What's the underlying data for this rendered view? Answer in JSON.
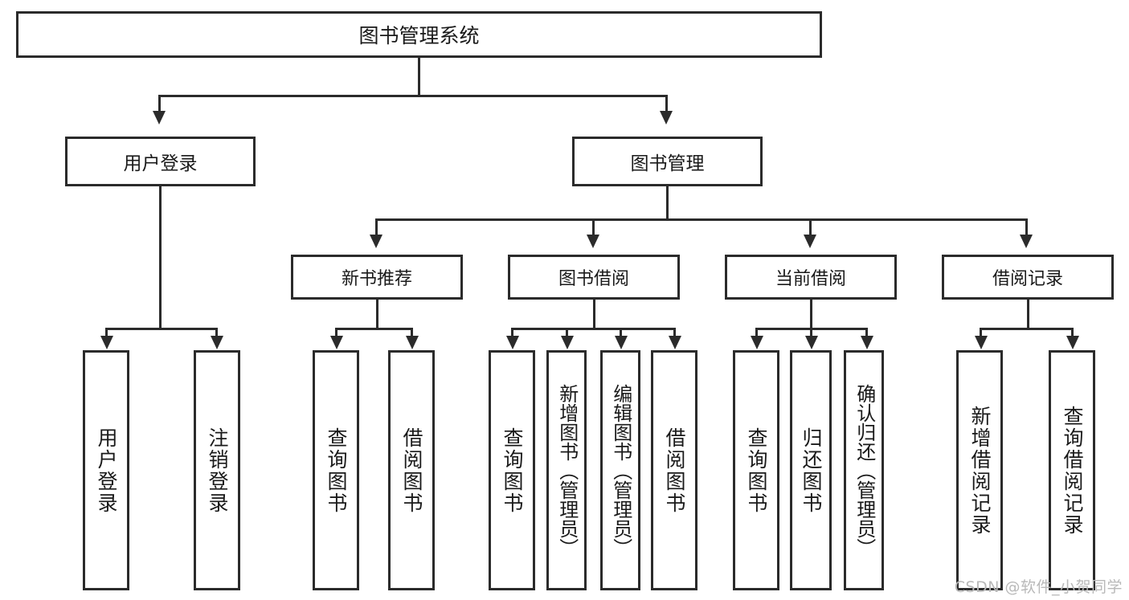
{
  "diagram": {
    "title_node": {
      "label": "图书管理系统"
    },
    "level2": [
      {
        "label": "用户登录"
      },
      {
        "label": "图书管理"
      }
    ],
    "level3": [
      {
        "label": "新书推荐"
      },
      {
        "label": "图书借阅"
      },
      {
        "label": "当前借阅"
      },
      {
        "label": "借阅记录"
      }
    ],
    "leaves": {
      "user_login": [
        {
          "label": "用户登录"
        },
        {
          "label": "注销登录"
        }
      ],
      "new_book_recommend": [
        {
          "label": "查询图书"
        },
        {
          "label": "借阅图书"
        }
      ],
      "book_borrow": [
        {
          "label": "查询图书"
        },
        {
          "label": "新增图书（管理员）"
        },
        {
          "label": "编辑图书（管理员）"
        },
        {
          "label": "借阅图书"
        }
      ],
      "current_borrow": [
        {
          "label": "查询图书"
        },
        {
          "label": "归还图书"
        },
        {
          "label": "确认归还（管理员）"
        }
      ],
      "borrow_record": [
        {
          "label": "新增借阅记录"
        },
        {
          "label": "查询借阅记录"
        }
      ]
    }
  },
  "watermark": {
    "text": "CSDN @软件_小贺同学"
  },
  "colors": {
    "stroke": "#2b2b2b",
    "background": "#ffffff",
    "text": "#1a1a1a",
    "watermark": "#b9b9b9"
  }
}
